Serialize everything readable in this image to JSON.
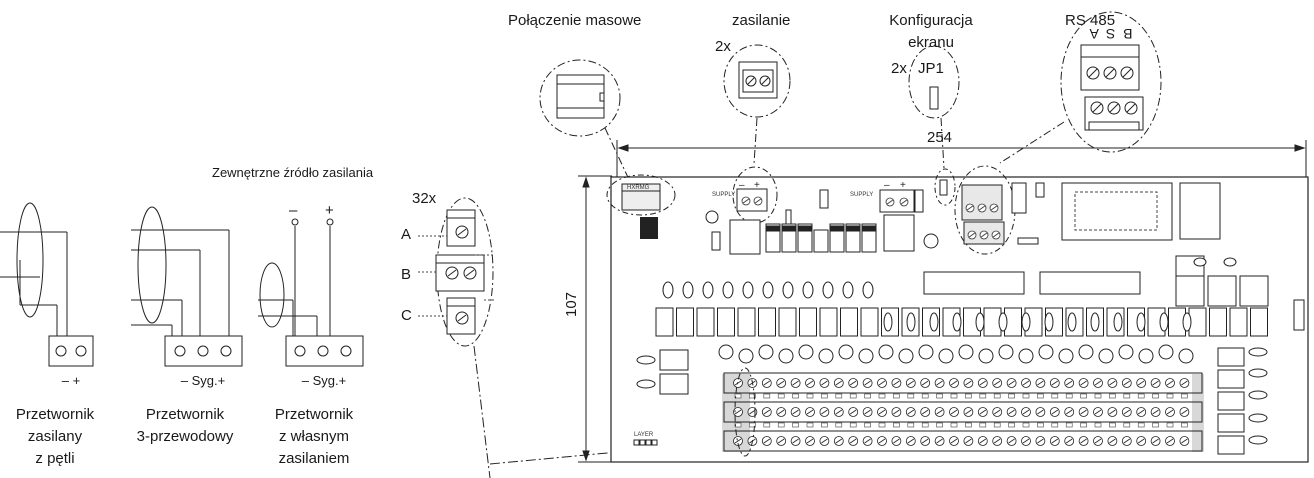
{
  "labels": {
    "ground": "Połączenie masowe",
    "power": "zasilanie",
    "power_count": "2x",
    "screen_config_line1": "Konfiguracja",
    "screen_config_line2": "ekranu",
    "jumper_count": "2x",
    "jumper_name": "JP1",
    "rs485": "RS 485",
    "rs485_pins": "B S A",
    "width_dim": "254",
    "height_dim": "107",
    "ext_supply": "Zewnętrzne źródło zasilania",
    "terminal_count": "32x",
    "row_a": "A",
    "row_b": "B",
    "row_c": "C"
  },
  "transmitters": [
    {
      "polarity": "– +",
      "line1": "Przetwornik",
      "line2": "zasilany",
      "line3": "z pętli"
    },
    {
      "polarity": "– Syg.+",
      "line1": "Przetwornik",
      "line2": "3-przewodowy",
      "line3": ""
    },
    {
      "polarity": "– Syg.+",
      "line1": "Przetwornik",
      "line2": "z własnym",
      "line3": "zasilaniem"
    }
  ],
  "supply_polarity": {
    "minus": "–",
    "plus": "+"
  }
}
